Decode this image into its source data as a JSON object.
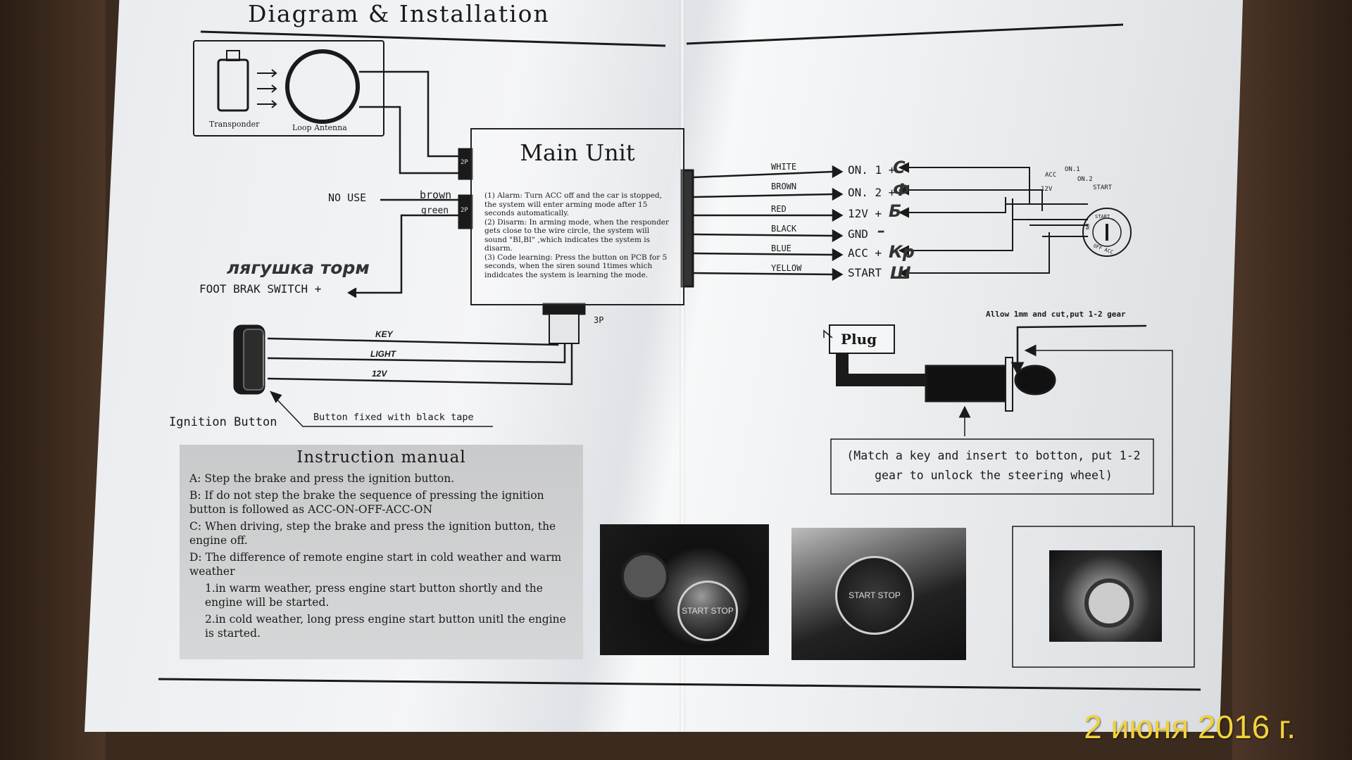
{
  "title": "Diagram & Installation",
  "transponder": {
    "label": "Transponder"
  },
  "loop_antenna": {
    "label": "Loop Antenna"
  },
  "main_unit": {
    "title": "Main Unit",
    "text": [
      "(1) Alarm: Turn ACC off and the car is stopped, the system will enter arming mode after 15 seconds automatically.",
      "(2) Disarm: In arming mode, when the responder gets close to the wire circle, the system will sound \"BI,BI\" ,which indicates the system is disarm.",
      "(3) Code learning: Press the button on PCB for 5 seconds, when the siren sound 1times which indidcates the system is learning the mode."
    ],
    "connector_2p_a": "2P",
    "connector_2p_b": "2P",
    "connector_3p": "3P"
  },
  "left_wires": {
    "no_use": "NO USE",
    "brown": "brown",
    "green": "green",
    "foot_brake": "FOOT BRAK SWITCH +",
    "handwritten_brake": "лягушка торм"
  },
  "button_wires": {
    "key": "KEY",
    "light": "LIGHT",
    "v12": "12V"
  },
  "ignition_button": {
    "label": "Ignition Button",
    "note": "Button fixed with black tape"
  },
  "output_wires": [
    {
      "color": "WHITE",
      "target": "ON. 1 +",
      "note": "С"
    },
    {
      "color": "BROWN",
      "target": "ON. 2 +",
      "note": "Ф"
    },
    {
      "color": "RED",
      "target": "12V +",
      "note": "Б"
    },
    {
      "color": "BLACK",
      "target": "GND",
      "note": "–"
    },
    {
      "color": "BLUE",
      "target": "ACC +",
      "note": "Кр"
    },
    {
      "color": "YELLOW",
      "target": "START",
      "note": "Ш"
    }
  ],
  "ignition_switch": {
    "labels": [
      "12V",
      "ACC",
      "ON.1",
      "ON.2",
      "START"
    ],
    "dial_labels": [
      "ON",
      "START",
      "OFF ACC"
    ]
  },
  "plug": {
    "label": "Plug",
    "allow_note": "Allow 1mm and cut,put 1-2 gear",
    "match_note": "(Match a key and insert to botton, put 1-2 gear to unlock the steering wheel)"
  },
  "manual": {
    "title": "Instruction manual",
    "lines": [
      "A: Step the brake and press the ignition button.",
      "B: If do not step the brake the sequence of pressing the ignition button is followed as ACC-ON-OFF-ACC-ON",
      "C: When driving, step the brake and press the ignition button, the engine off.",
      "D: The difference of remote engine start in cold weather and warm weather"
    ],
    "sub_lines": [
      "1.in warm weather, press engine start button shortly and the engine will be started.",
      "2.in cold weather, long press engine start button unitl the engine is started."
    ]
  },
  "photos": {
    "start_stop_1": "START STOP",
    "start_stop_2": "START STOP"
  },
  "date_stamp": "2 июня 2016 г.",
  "colors": {
    "ink": "#1a1a1a",
    "paper": "#eceef0",
    "date": "#f2d23a",
    "manual_bg": "#cfd0d1"
  }
}
